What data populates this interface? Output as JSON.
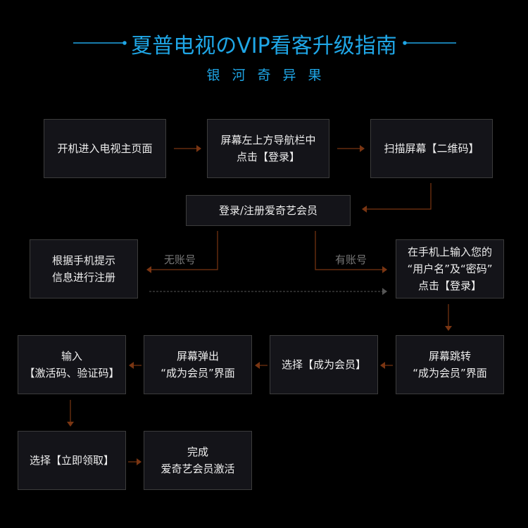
{
  "header": {
    "title": "夏普电视のVIP看客升级指南",
    "subtitle": "银河奇异果"
  },
  "colors": {
    "accent": "#1fa6e6",
    "arrow": "#7a3512",
    "box_bg": "#141419"
  },
  "steps": {
    "power_on": "开机进入电视主页面",
    "click_login": "屏幕左上方导航栏中\n点击【登录】",
    "scan_qr": "扫描屏幕【二维码】",
    "login_register": "登录/注册爱奇艺会员",
    "register": "根据手机提示\n信息进行注册",
    "enter_credentials": "在手机上输入您的\n“用户名”及“密码”\n点击【登录】",
    "screen_jump": "屏幕跳转\n“成为会员”界面",
    "select_member": "选择【成为会员】",
    "popup": "屏幕弹出\n“成为会员”界面",
    "enter_code": "输入\n【激活码、验证码】",
    "select_claim": "选择【立即领取】",
    "done": "完成\n爱奇艺会员激活"
  },
  "branches": {
    "no_account": "无账号",
    "has_account": "有账号"
  }
}
